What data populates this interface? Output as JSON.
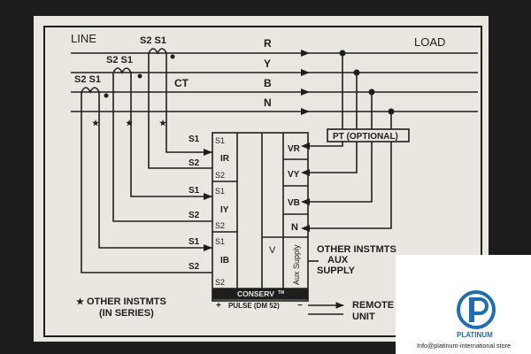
{
  "labels": {
    "line": "LINE",
    "load": "LOAD",
    "ct": "CT",
    "phases": [
      "R",
      "Y",
      "B",
      "N"
    ],
    "ct_terminals": [
      "S2 S1",
      "S2 S1",
      "S2 S1"
    ],
    "left_terms": [
      "S1",
      "S2",
      "S1",
      "S2",
      "S1",
      "S2"
    ],
    "meter_terms": [
      "S1",
      "S2",
      "S1",
      "S2",
      "S1",
      "S2"
    ],
    "current_inputs": [
      "IR",
      "IY",
      "IB"
    ],
    "voltage_inputs": [
      "VR",
      "VY",
      "VB"
    ],
    "neutral": "N",
    "v_label": "V",
    "aux_supply_vertical": "Aux Supply",
    "pt_optional": "PT (OPTIONAL)",
    "other_instmts_aux": [
      "OTHER INSTMTS",
      "AUX",
      "SUPPLY"
    ],
    "brand": "CONSERV",
    "trademark": "TM",
    "pulse": "PULSE (DM 52)",
    "plus": "+",
    "minus": "−",
    "remote_unit": [
      "REMOTE",
      "UNIT"
    ],
    "other_series": [
      "OTHER INSTMTS",
      "(IN SERIES)"
    ],
    "star": "★"
  },
  "watermark": {
    "name": "PLATINUM",
    "email": "Info@platinum-international.store"
  },
  "colors": {
    "plate": "#e9e7e0",
    "ink": "#1e1e1e",
    "surround": "#1c1c1c",
    "watermark_blue": "#1f6db3"
  }
}
